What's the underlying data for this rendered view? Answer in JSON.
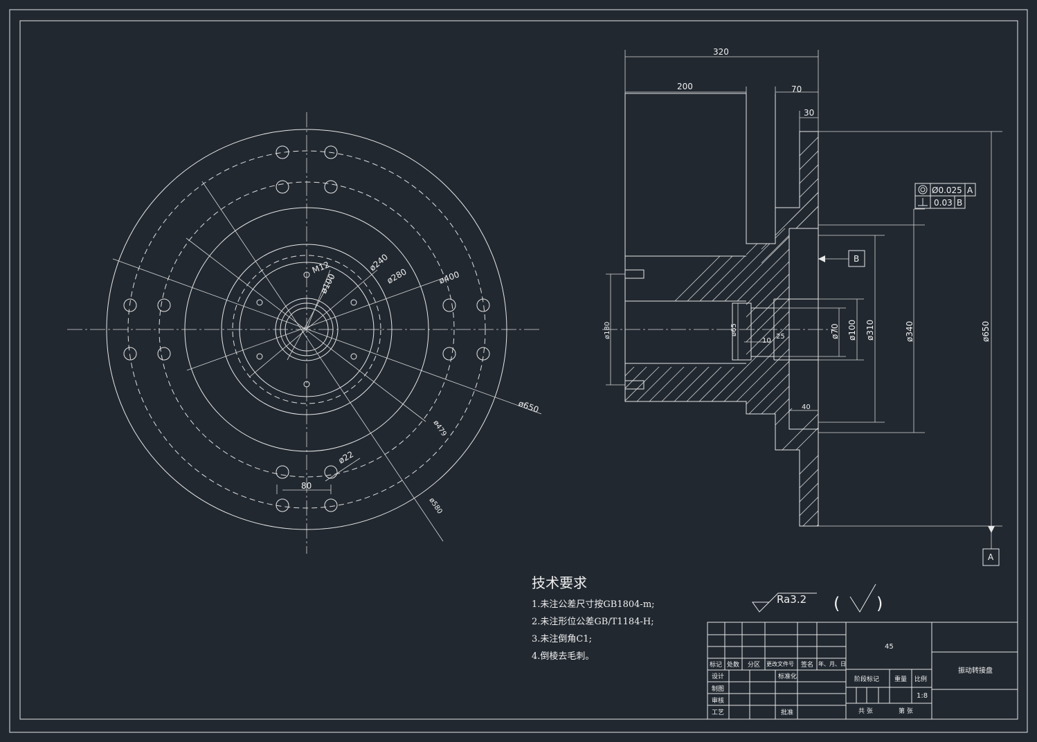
{
  "colors": {
    "background": "#212830",
    "line": "#e8e8e8"
  },
  "front_view": {
    "dims": {
      "d650": "ø650",
      "d479": "ø479",
      "d580": "ø580",
      "d400": "ø400",
      "d280": "ø280",
      "d240": "ø240",
      "d100": "ø100",
      "m12": "M12",
      "d22": "ø22",
      "w80": "80"
    }
  },
  "side_view": {
    "dims": {
      "l320": "320",
      "l200": "200",
      "l70": "70",
      "l30": "30",
      "d180": "ø180",
      "d65": "ø65",
      "l10": "10",
      "l25": "25",
      "d70": "ø70",
      "d100": "ø100",
      "d310": "ø310",
      "d340": "ø340",
      "d650": "ø650",
      "l40": "40"
    },
    "datum_a": "A",
    "datum_b": "B",
    "tol1_value": "Ø0.025",
    "tol1_datum": "A",
    "tol2_value": "0.03",
    "tol2_datum": "B"
  },
  "roughness": {
    "value": "Ra3.2",
    "paren_left": "(",
    "paren_right": ")"
  },
  "tech_req": {
    "title": "技术要求",
    "items": [
      "1.未注公差尺寸按GB1804-m;",
      "2.未注形位公差GB/T1184-H;",
      "3.未注倒角C1;",
      "4.倒棱去毛刺。"
    ]
  },
  "title_block": {
    "material": "45",
    "part_name": "振动转接盘",
    "scale": "1:8",
    "h_mark": "标记",
    "h_count": "处数",
    "h_zone": "分区",
    "h_change": "更改文件号",
    "h_sign": "签名",
    "h_date": "年、月、日",
    "r_design": "设计",
    "r_std": "标准化",
    "r_draw": "制图",
    "r_check": "审核",
    "r_process": "工艺",
    "r_approve": "批准",
    "h_stage": "阶段标记",
    "h_weight": "重量",
    "h_ratio": "比例",
    "h_total": "共 张",
    "h_sheet": "第 张"
  }
}
